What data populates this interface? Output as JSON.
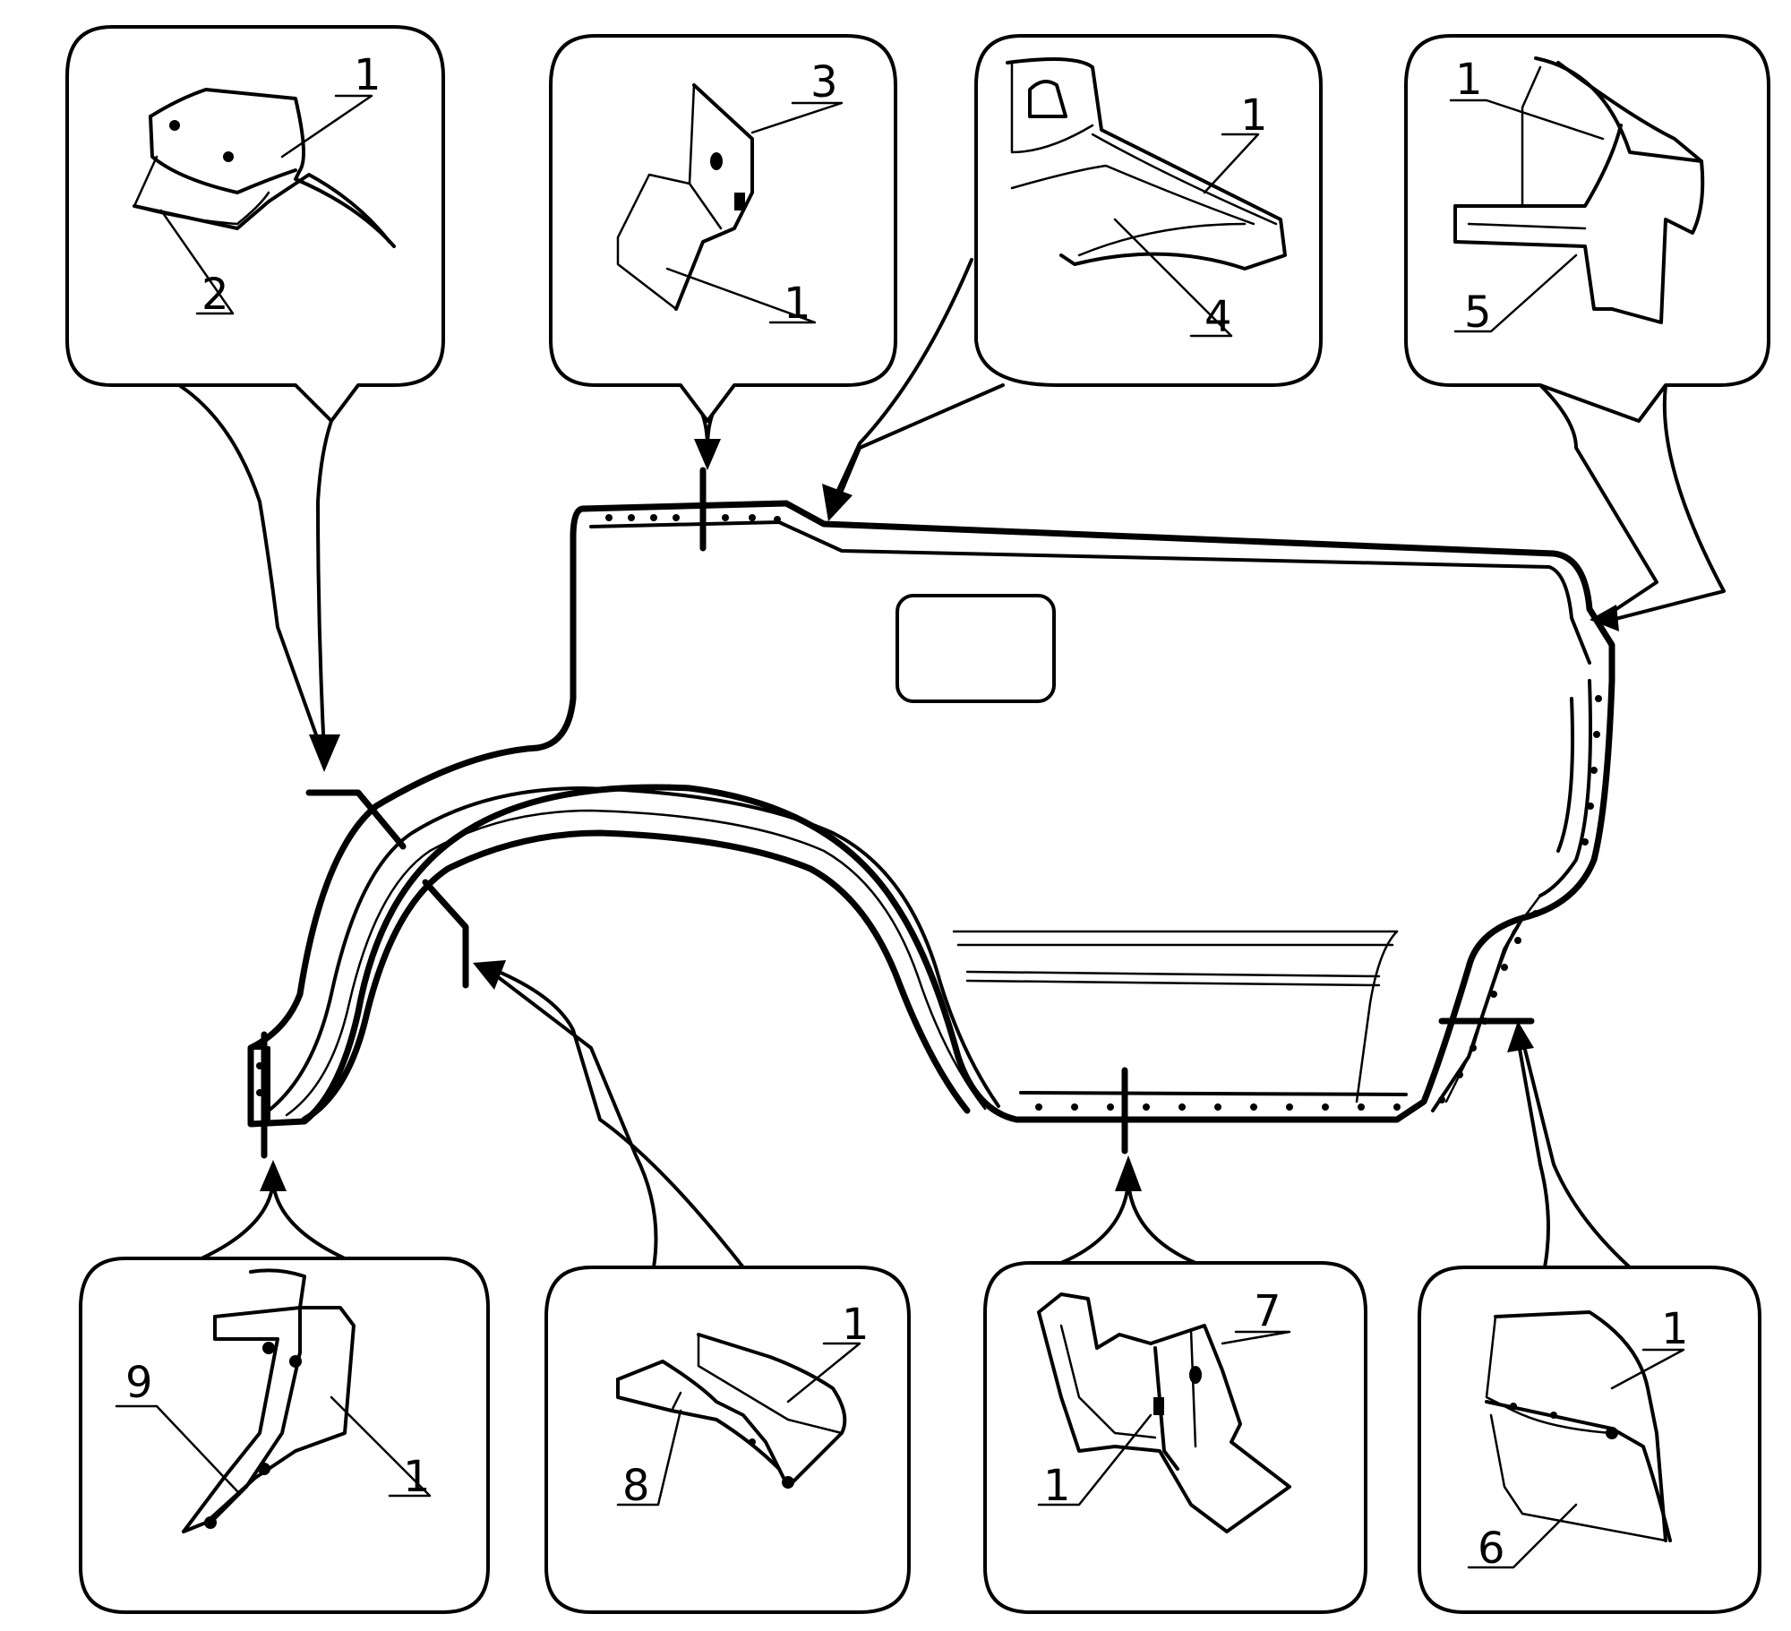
{
  "callouts": {
    "top_left": {
      "labels": [
        "1",
        "2"
      ]
    },
    "top_center_left": {
      "labels": [
        "3",
        "1"
      ]
    },
    "top_center_right": {
      "labels": [
        "1",
        "4"
      ]
    },
    "top_right": {
      "labels": [
        "1",
        "5"
      ]
    },
    "bottom_left": {
      "labels": [
        "9",
        "1"
      ]
    },
    "bottom_center_left": {
      "labels": [
        "1",
        "8"
      ]
    },
    "bottom_center_right": {
      "labels": [
        "7",
        "1"
      ]
    },
    "bottom_right": {
      "labels": [
        "1",
        "6"
      ]
    }
  }
}
